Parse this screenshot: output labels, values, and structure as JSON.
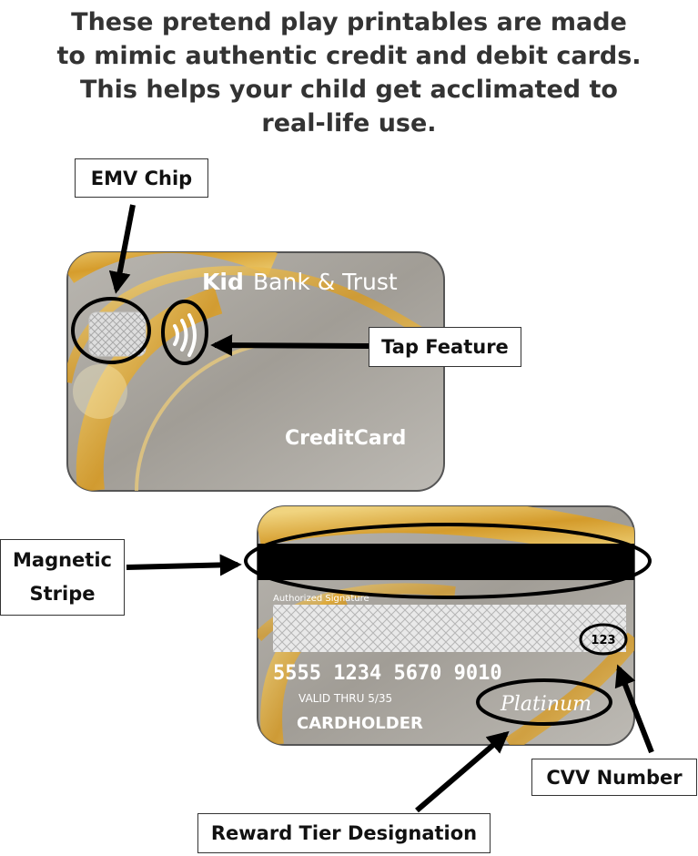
{
  "heading": {
    "lines": [
      "These pretend play printables are made",
      "to mimic authentic credit and debit cards.",
      "This helps your child get acclimated to",
      "real-life use."
    ]
  },
  "labels": {
    "emv_chip": "EMV Chip",
    "tap_feature": "Tap Feature",
    "magnetic_stripe_line1": "Magnetic",
    "magnetic_stripe_line2": "Stripe",
    "cvv_number": "CVV Number",
    "reward_tier": "Reward Tier Designation"
  },
  "front_card": {
    "bank_name_bold": "Kid",
    "bank_name_rest": "Bank & Trust",
    "card_type": "CreditCard"
  },
  "back_card": {
    "signature_label": "Authorized Signature",
    "cvv": "123",
    "card_number": "5555 1234 5670 9010",
    "valid_thru": "VALID THRU 5/35",
    "cardholder": "CARDHOLDER",
    "tier": "Platinum"
  },
  "colors": {
    "card_gray": "#a7a39c",
    "gold": "#e0a92c",
    "stripe": "#000000"
  }
}
